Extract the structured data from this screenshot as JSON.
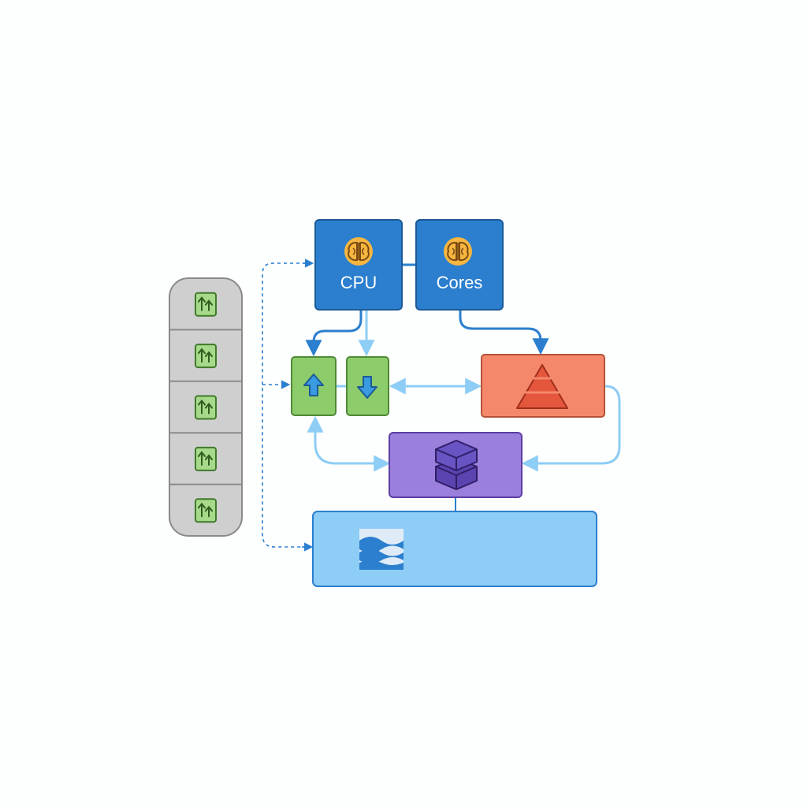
{
  "nodes": {
    "cpu": {
      "label": "CPU",
      "icon": "brain-icon",
      "color": "#2b7fce"
    },
    "cores": {
      "label": "Cores",
      "icon": "brain-icon",
      "color": "#2b7fce"
    },
    "upload": {
      "icon": "arrow-up-icon",
      "color": "#8dcc6a"
    },
    "download": {
      "icon": "arrow-down-icon",
      "color": "#8dcc6a"
    },
    "hierarchy": {
      "icon": "pyramid-icon",
      "color": "#f5886b"
    },
    "storage": {
      "icon": "stacked-layers-icon",
      "color": "#9b7fdc"
    },
    "stream": {
      "icon": "wave-icon",
      "color": "#8ecdf5"
    }
  },
  "queue": {
    "slot_count": 5,
    "icon": "swap-arrows-icon",
    "color": "#cfcfcf",
    "slot_color": "#a7d98a"
  },
  "colors": {
    "connector_dark": "#2b7fce",
    "connector_light": "#8ecdf5"
  }
}
